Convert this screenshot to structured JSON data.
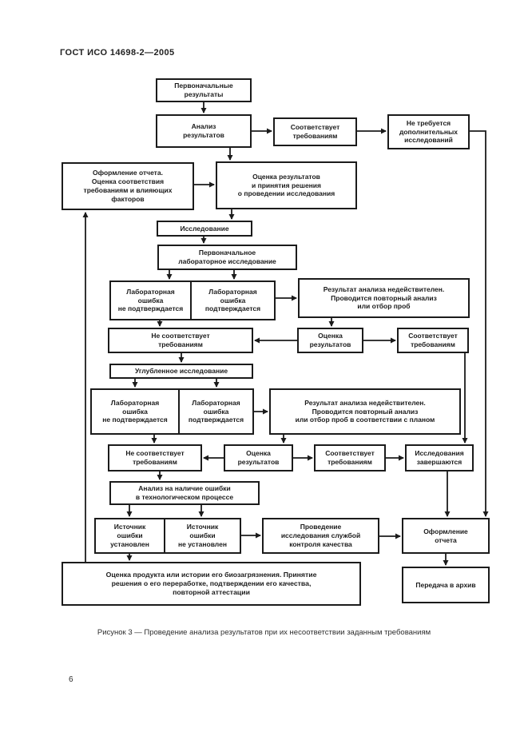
{
  "page": {
    "header": "ГОСТ ИСО  14698-2—2005",
    "caption": "Рисунок 3 — Проведение анализа результатов при их несоответствии заданным требованиям",
    "page_number": "6"
  },
  "flowchart": {
    "nodes": {
      "initial_results": "Первоначальные\nрезультаты",
      "analysis": "Анализ\nрезультатов",
      "meets_top": "Соответствует\nтребованиям",
      "no_additional": "Не требуется\nдополнительных\nисследований",
      "report_compliance": "Оформление отчета.\nОценка соответствия\nтребованиям и влияющих\nфакторов",
      "eval_decision": "Оценка результатов\nи принятия решения\nо проведении исследования",
      "study": "Исследование",
      "initial_lab": "Первоначальное\nлабораторное исследование",
      "laberr_not1": "Лабораторная\nошибка\nне подтверждается",
      "laberr_yes1": "Лабораторная\nошибка\nподтверждается",
      "invalid1": "Результат анализа недействителен.\nПроводится повторный анализ\nили отбор проб",
      "not_meets1": "Не соответствует\nтребованиям",
      "eval_results1": "Оценка\nрезультатов",
      "meets1": "Соответствует\nтребованиям",
      "indepth": "Углубленное исследование",
      "laberr_not2": "Лабораторная\nошибка\nне подтверждается",
      "laberr_yes2": "Лабораторная\nошибка\nподтверждается",
      "invalid2": "Результат анализа недействителен.\nПроводится повторный анализ\nили отбор проб в соответствии с планом",
      "not_meets2": "Не соответствует\nтребованиям",
      "eval_results2": "Оценка\nрезультатов",
      "meets2": "Соответствует\nтребованиям",
      "complete": "Исследования\nзавершаются",
      "process_analysis": "Анализ на наличие ошибки\nв технологическом процессе",
      "source_found": "Источник\nошибки\nустановлен",
      "source_notfound": "Источник\nошибки\nне установлен",
      "qc_study": "Проведение\nисследования службой\nконтроля качества",
      "report_final": "Оформление\nотчета",
      "archive": "Передача в архив",
      "product_eval": "Оценка продукта или истории его биозагрязнения. Принятие\nрешения о его переработке, подтверждении его качества,\nповторной аттестации"
    }
  }
}
